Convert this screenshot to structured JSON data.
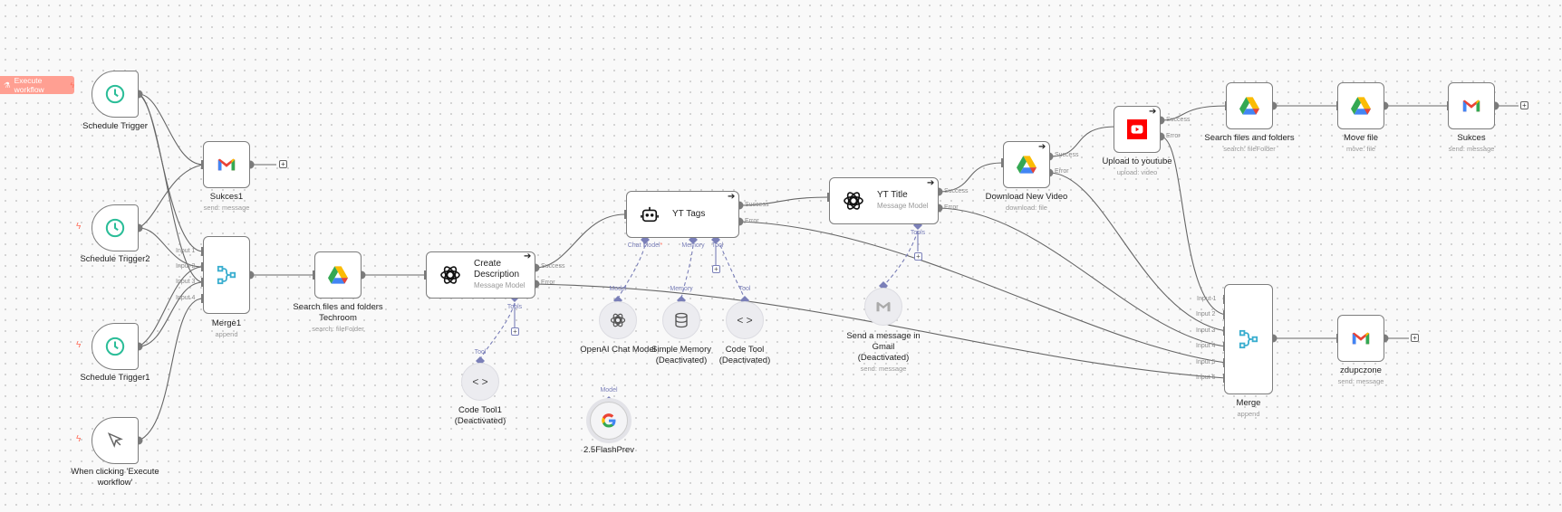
{
  "canvas": {
    "execute_button": {
      "label": "Execute workflow",
      "icon": "flask-icon"
    }
  },
  "nodes": {
    "schedule_trigger": {
      "title": "Schedule Trigger",
      "icon": "clock-icon"
    },
    "schedule_trigger2": {
      "title": "Schedule Trigger2",
      "icon": "clock-icon"
    },
    "schedule_trigger1": {
      "title": "Schedule Trigger1",
      "icon": "clock-icon"
    },
    "manual_trigger": {
      "title": "When clicking 'Execute",
      "title2": "workflow'",
      "icon": "cursor-icon"
    },
    "sukces1": {
      "title": "Sukces1",
      "subtitle": "send: message",
      "icon": "gmail-icon"
    },
    "merge1": {
      "title": "Merge1",
      "subtitle": "append",
      "icon": "merge-icon",
      "inputs": [
        "Input 1",
        "Input 2",
        "Input 3",
        "Input 4"
      ]
    },
    "search_techroom": {
      "title": "Search files and folders",
      "title2": "Techroom",
      "subtitle": "search: fileFolder",
      "icon": "google-drive-icon"
    },
    "create_description": {
      "title": "Create",
      "title2": "Description",
      "subtitle": "Message Model",
      "icon": "openai-icon",
      "success": "Success",
      "error": "Error",
      "tools": "Tools"
    },
    "code_tool1": {
      "title": "Code Tool1",
      "title2": "(Deactivated)",
      "port": "Tool",
      "icon": "code-icon"
    },
    "yt_tags": {
      "title": "YT Tags",
      "icon": "robot-icon",
      "success": "Success",
      "error": "Error",
      "chat_model": "Chat Model",
      "required_mark": "*",
      "memory": "Memory",
      "tool": "Tool"
    },
    "openai_chat_model": {
      "title": "OpenAI Chat Model",
      "port": "Model",
      "icon": "openai-icon"
    },
    "simple_memory": {
      "title": "Simple Memory",
      "title2": "(Deactivated)",
      "port": "Memory",
      "icon": "database-icon"
    },
    "code_tool": {
      "title": "Code Tool",
      "title2": "(Deactivated)",
      "port": "Tool",
      "icon": "code-icon"
    },
    "gemini": {
      "title": "2.5FlashPrev",
      "port": "Model",
      "icon": "google-icon"
    },
    "yt_title": {
      "title": "YT Title",
      "subtitle": "Message Model",
      "icon": "openai-icon",
      "success": "Success",
      "error": "Error",
      "tools": "Tools"
    },
    "send_gmail": {
      "title": "Send a message in",
      "title2": "Gmail",
      "title3": "(Deactivated)",
      "subtitle": "send: message",
      "icon": "gmail-gray-icon"
    },
    "download_video": {
      "title": "Download New Video",
      "subtitle": "download: file",
      "icon": "google-drive-icon",
      "success": "Success",
      "error": "Error"
    },
    "upload_youtube": {
      "title": "Upload to youtube",
      "subtitle": "upload: video",
      "icon": "youtube-icon",
      "success": "Success",
      "error": "Error"
    },
    "search_files": {
      "title": "Search files and folders",
      "subtitle": "search: fileFolder",
      "icon": "google-drive-icon"
    },
    "move_file": {
      "title": "Move file",
      "subtitle": "move: file",
      "icon": "google-drive-icon"
    },
    "sukces": {
      "title": "Sukces",
      "subtitle": "send: message",
      "icon": "gmail-icon"
    },
    "merge": {
      "title": "Merge",
      "subtitle": "append",
      "icon": "merge-icon",
      "inputs": [
        "Input 1",
        "Input 2",
        "Input 3",
        "Input 4",
        "Input 5",
        "Input 6"
      ]
    },
    "zdupczone": {
      "title": "zdupczone",
      "subtitle": "send: message",
      "icon": "gmail-icon"
    }
  },
  "colors": {
    "accent": "#ff6d5a",
    "execute_bg": "#ff9f92",
    "schedule_icon": "#2bbd98",
    "merge_icon": "#3aaecf",
    "sub_port": "#7a7fb8",
    "edge": "#555555"
  }
}
